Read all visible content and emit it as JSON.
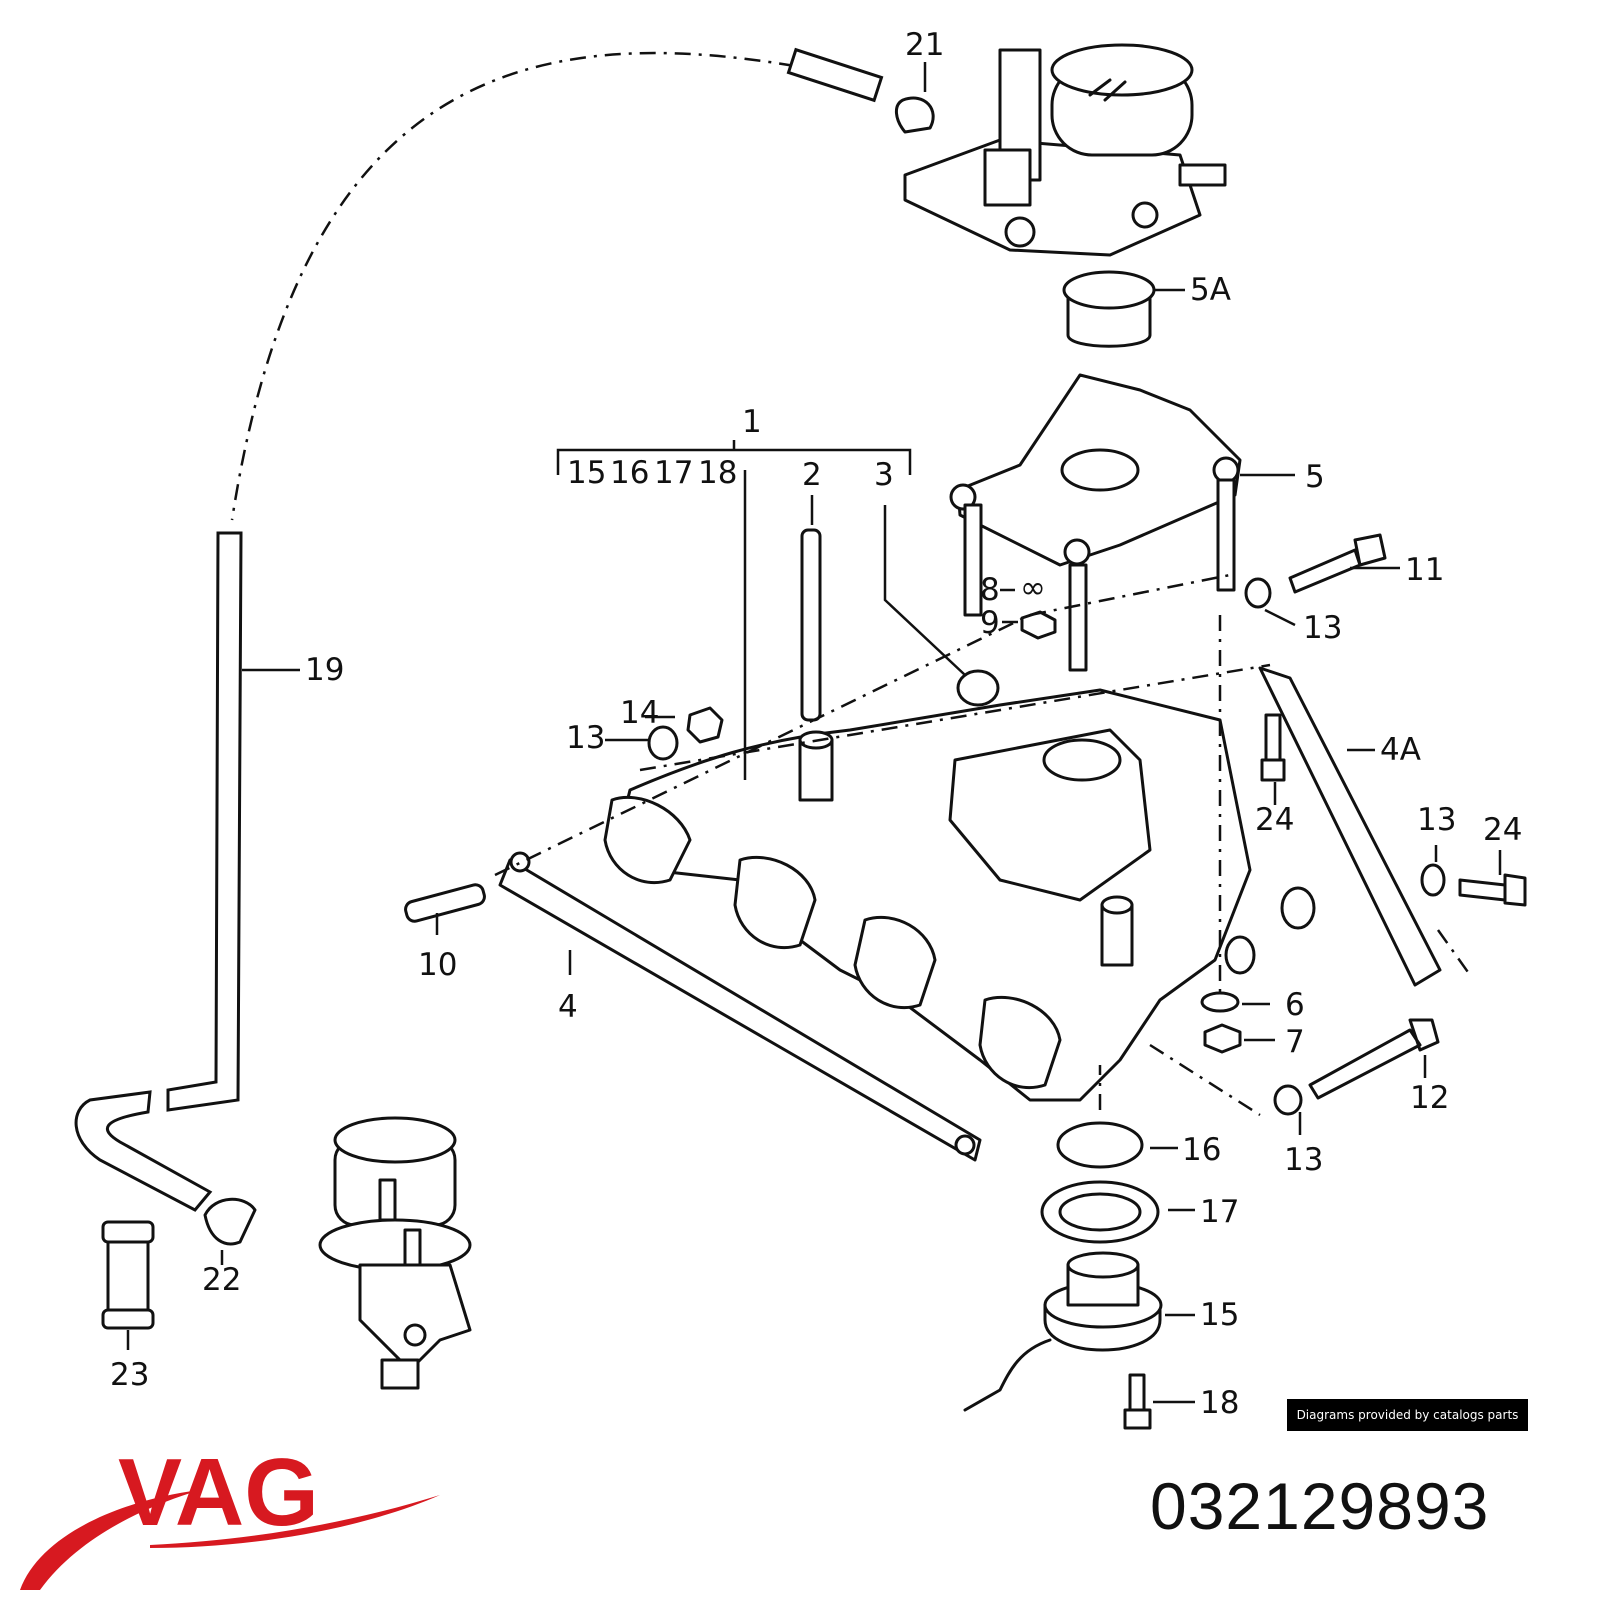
{
  "diagram": {
    "labels": {
      "p1": "1",
      "p2": "2",
      "p3": "3",
      "p4": "4",
      "p4a": "4A",
      "p5": "5",
      "p5a": "5A",
      "p6": "6",
      "p7": "7",
      "p8": "8",
      "p9": "9",
      "p10": "10",
      "p11": "11",
      "p12": "12",
      "p13a": "13",
      "p13b": "13",
      "p13c": "13",
      "p13d": "13",
      "p14": "14",
      "p15": "15",
      "p15t": "15",
      "p16": "16",
      "p16t": "16",
      "p17": "17",
      "p17t": "17",
      "p18": "18",
      "p18t": "18",
      "p19": "19",
      "p21": "21",
      "p22": "22",
      "p23": "23",
      "p24a": "24",
      "p24b": "24"
    },
    "credit": "Diagrams provided by catalogs parts"
  },
  "brand": {
    "name": "VAG",
    "color": "#d71920"
  },
  "part_number": "032129893"
}
